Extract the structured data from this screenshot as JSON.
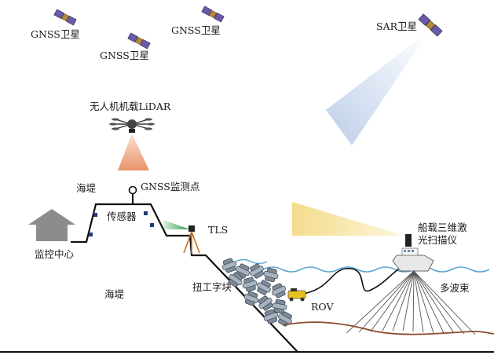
{
  "labels": {
    "gnss_sat_1": "GNSS卫星",
    "gnss_sat_2": "GNSS卫星",
    "gnss_sat_3": "GNSS卫星",
    "sar_sat": "SAR卫星",
    "uav_lidar": "无人机机载LiDAR",
    "seawall_top": "海堤",
    "gnss_point": "GNSS监测点",
    "sensor": "传感器",
    "tls": "TLS",
    "monitoring_center": "监控中心",
    "seawall_body": "海堤",
    "tetrapod": "扭工字块",
    "rov": "ROV",
    "ship_scanner_line1": "船载三维激",
    "ship_scanner_line2": "光扫描仪",
    "multibeam": "多波束"
  },
  "colors": {
    "sar_beam": "#b9cbe8",
    "lidar_beam": "#e8936a",
    "ship_beam": "#f4dc8c",
    "water": "#5aa6d6",
    "seabed": "#8a4a2e",
    "tls_beam": "#7fce8f",
    "building": "#8c8c8c"
  }
}
